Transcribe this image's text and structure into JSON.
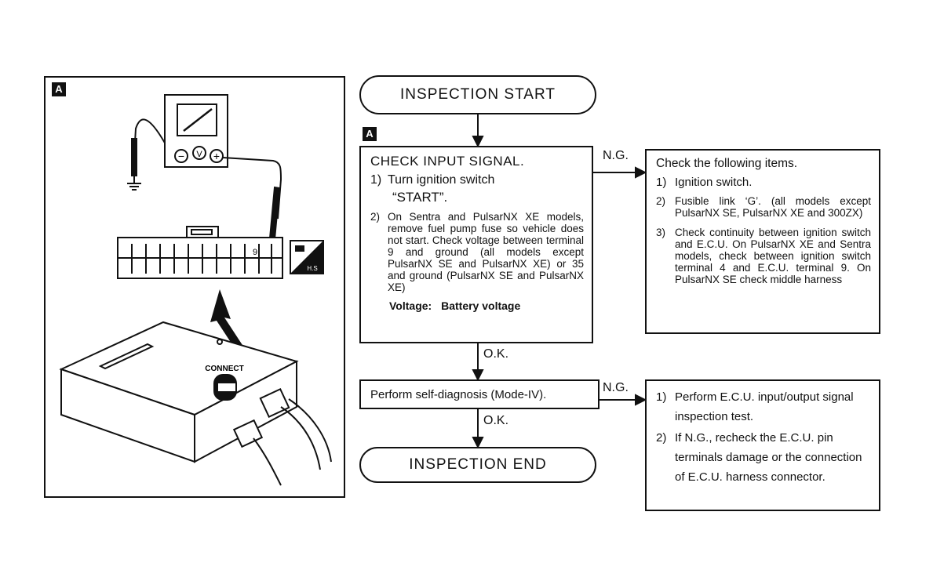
{
  "figure": {
    "tag": "A",
    "connect_label": "CONNECT",
    "meter_symbol": "V",
    "minus_symbol": "−",
    "plus_symbol": "+",
    "terminal_number": "9",
    "badge_text": "H.S"
  },
  "flow": {
    "tag": "A",
    "start": "INSPECTION START",
    "end": "INSPECTION END",
    "check_box": {
      "title": "CHECK INPUT SIGNAL.",
      "step1_num": "1)",
      "step1_text": "Turn ignition switch",
      "step1_quote": "“START”.",
      "step2_num": "2)",
      "step2_text": "On Sentra and PulsarNX XE models, remove fuel pump fuse so vehicle does not start. Check voltage between terminal 9 and ground (all models except PulsarNX SE and PulsarNX XE) or 35 and ground (PulsarNX SE and PulsarNX XE)",
      "voltage_label": "Voltage:",
      "voltage_value": "Battery voltage"
    },
    "ng_label_1": "N.G.",
    "ok_label_1": "O.K.",
    "items_box": {
      "title": "Check the following items.",
      "i1_num": "1)",
      "i1_text": "Ignition switch.",
      "i2_num": "2)",
      "i2_text": "Fusible link ‘G’. (all models except PulsarNX SE, PulsarNX XE and 300ZX)",
      "i3_num": "3)",
      "i3_text": "Check continuity between ignition switch and E.C.U. On PulsarNX XE and Sentra models, check between ignition switch terminal 4 and E.C.U. terminal 9. On PulsarNX SE check middle harness"
    },
    "self_diag": "Perform self-diagnosis (Mode-IV).",
    "ng_label_2": "N.G.",
    "ok_label_2": "O.K.",
    "ecu_box": {
      "e1_num": "1)",
      "e1_text": "Perform E.C.U. input/output signal inspection test.",
      "e2_num": "2)",
      "e2_text": "If N.G., recheck the E.C.U. pin terminals damage or the connection of E.C.U. harness connector."
    }
  }
}
